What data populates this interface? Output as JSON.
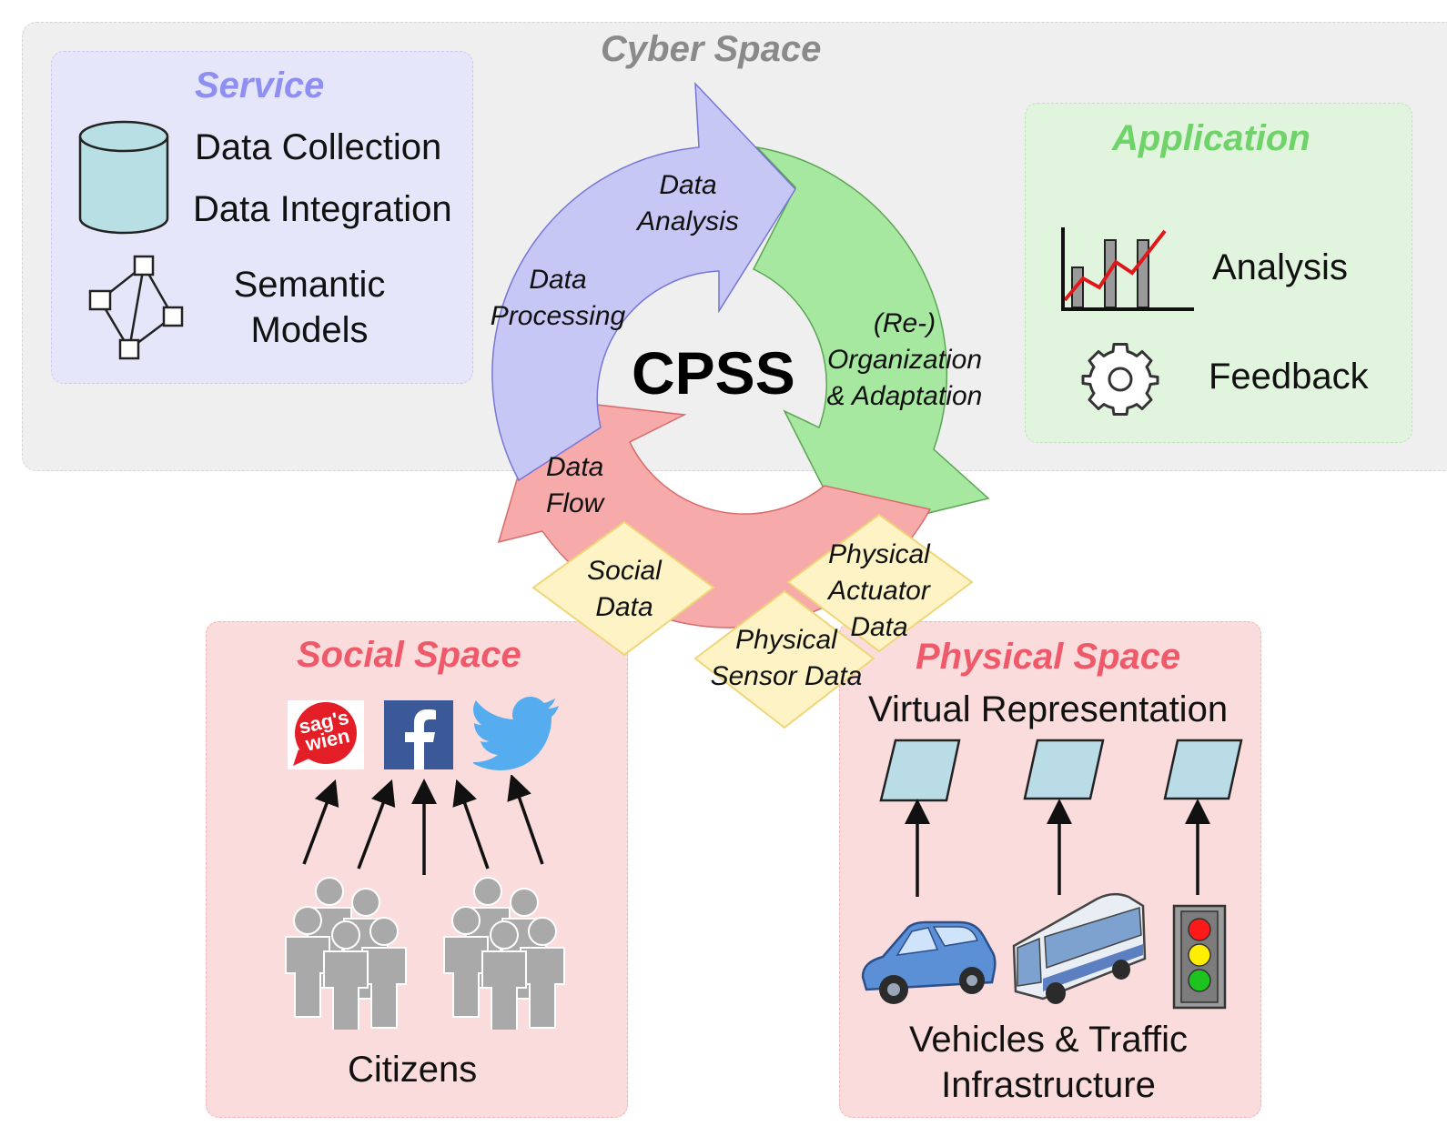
{
  "cyber": {
    "title": "Cyber Space"
  },
  "service": {
    "title": "Service",
    "items": [
      "Data Collection",
      "Data Integration"
    ],
    "semantic": [
      "Semantic",
      "Models"
    ]
  },
  "application": {
    "title": "Application",
    "analysis": "Analysis",
    "feedback": "Feedback"
  },
  "cycle": {
    "center": "CPSS",
    "analysis": [
      "Data",
      "Analysis"
    ],
    "processing": [
      "Data",
      "Processing"
    ],
    "organization": [
      "(Re-)",
      "Organization",
      "& Adaptation"
    ],
    "flow": [
      "Data",
      "Flow"
    ]
  },
  "data_types": {
    "social": [
      "Social",
      "Data"
    ],
    "actuator": [
      "Physical",
      "Actuator",
      "Data"
    ],
    "sensor": [
      "Physical",
      "Sensor Data"
    ]
  },
  "social": {
    "title": "Social Space",
    "logo_text": [
      "sag's",
      "wien"
    ],
    "citizens": "Citizens"
  },
  "physical": {
    "title": "Physical Space",
    "virtual": "Virtual Representation",
    "vehicles": [
      "Vehicles & Traffic",
      "Infrastructure"
    ]
  },
  "colors": {
    "cyber_bg": "#efefef",
    "service_bg": "#e6e6fb",
    "service_title": "#8f8ff2",
    "application_bg": "#e1f4dd",
    "application_title": "#6fd36a",
    "social_bg": "#fbdcdc",
    "space_title": "#ef5a6a",
    "arrow_blue": "#c7c7f6",
    "arrow_green": "#a6e8a0",
    "arrow_red": "#f7aaaa",
    "diamond": "#fdf3c4"
  }
}
